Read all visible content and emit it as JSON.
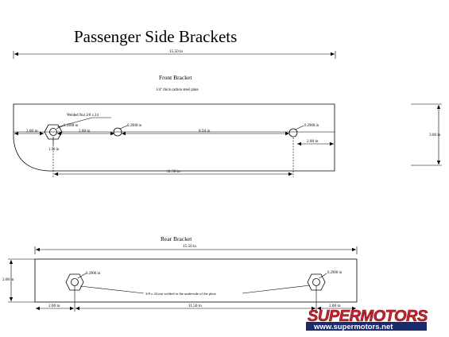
{
  "title": "Passenger Side Brackets",
  "front": {
    "name": "Front Bracket",
    "material": "1/4\" thick carbon steel plate",
    "overall_length": "15.50 in",
    "weld_note": "Welded Nut 3/8 x 24",
    "left_offset": "2.00 in",
    "hole_dia_1": "0.2900 in",
    "hole_dia_2": "0.2900 in",
    "hole_dia_3": "0.2900 in",
    "spacing_1": "2.00 in",
    "spacing_2": "8.50 in",
    "nut_height": "1.50 in",
    "right_offset": "2.00 in",
    "hole_span": "11.50 in",
    "plate_height": "3.00 in"
  },
  "rear": {
    "name": "Rear Bracket",
    "overall_length": "15.50 in",
    "plate_height": "2.00 in",
    "hole_dia_left": "0.2900 in",
    "hole_dia_right": "0.2900 in",
    "nut_note": "3/8 x 24 nut welded to the underside of the plate",
    "left_offset": "2.00 in",
    "hole_span": "11.50 in",
    "right_offset": "2.00 in"
  },
  "watermark": {
    "brand": "SUPERMOTORS",
    "url": "www.supermotors.net",
    "colors": {
      "brand_red": "#c8222b",
      "url_bg": "#1b2a6b"
    }
  }
}
